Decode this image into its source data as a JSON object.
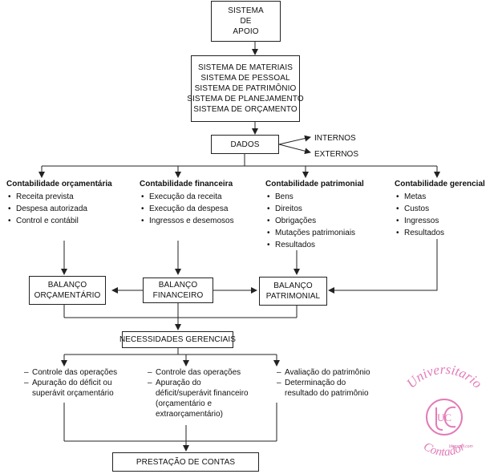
{
  "boxes": {
    "apoio": [
      "SISTEMA",
      "DE",
      "APOIO"
    ],
    "sistemas": [
      "SISTEMA DE MATERIAIS",
      "SISTEMA DE PESSOAL",
      "SISTEMA DE PATRIMÔNIO",
      "SISTEMA DE PLANEJAMENTO",
      "SISTEMA DE ORÇAMENTO"
    ],
    "dados": "DADOS",
    "balanco_orcamentario": [
      "BALANÇO",
      "ORÇAMENTÁRIO"
    ],
    "balanco_financeiro": [
      "BALANÇO",
      "FINANCEIRO"
    ],
    "balanco_patrimonial": [
      "BALANÇO",
      "PATRIMONIAL"
    ],
    "necessidades": "NECESSIDADES GERENCIAIS",
    "prestacao": "PRESTAÇÃO DE CONTAS"
  },
  "dados_saidas": {
    "internos": "INTERNOS",
    "externos": "EXTERNOS"
  },
  "contabilidades": [
    {
      "titulo": "Contabilidade orçamentária",
      "itens": [
        "Receita prevista",
        "Despesa autorizada",
        "Control e contábil"
      ]
    },
    {
      "titulo": "Contabilidade financeira",
      "itens": [
        "Execução da receita",
        "Execução da despesa",
        "Ingressos e desemosos"
      ]
    },
    {
      "titulo": "Contabilidade patrimonial",
      "itens": [
        "Bens",
        "Direitos",
        "Obrigações",
        "Mutações patrimoniais",
        "Resultados"
      ]
    },
    {
      "titulo": "Contabilidade gerencial",
      "itens": [
        "Metas",
        "Custos",
        "Ingressos",
        "Resultados"
      ]
    }
  ],
  "necessidades_colunas": [
    [
      "Controle das operações",
      "Apuração do déficit ou superávit orçamentário"
    ],
    [
      "Controle das operações",
      "Apuração do déficit/superávit financeiro (orçamentário e extraorçamentário)"
    ],
    [
      "Avaliação do patrimônio",
      "Determinação do resultado do patrimônio"
    ]
  ],
  "logo": {
    "texto_topo": "Universitario",
    "texto_base": "Contador",
    "iniciais": "UC",
    "site": "blogspot.com"
  },
  "colors": {
    "line": "#222222",
    "logo_pink": "#e27bb8"
  }
}
